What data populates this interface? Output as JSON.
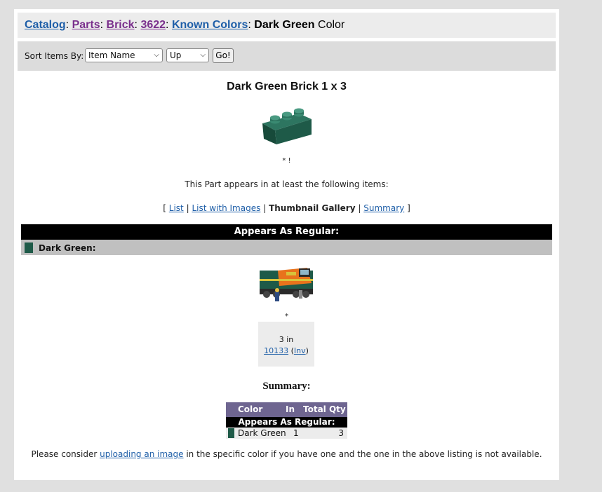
{
  "breadcrumb": {
    "catalog": "Catalog",
    "parts": "Parts",
    "brick": "Brick",
    "part_no": "3622",
    "known_colors": "Known Colors",
    "current_color": "Dark Green",
    "suffix": "Color",
    "sep": ":"
  },
  "sort": {
    "label": "Sort Items By:",
    "field_selected": "Item Name",
    "order_selected": "Up",
    "go_label": "Go!"
  },
  "part": {
    "title": "Dark Green Brick 1 x 3",
    "note": "* !",
    "appears_text": "This Part appears in at least the following items:"
  },
  "view_links": {
    "open": "[",
    "list": "List",
    "list_images": "List with Images",
    "thumbnail": "Thumbnail Gallery",
    "summary": "Summary",
    "close": "]",
    "sep": "|"
  },
  "regular": {
    "heading": "Appears As Regular:",
    "color_label": "Dark Green:",
    "set_star": "*",
    "count_text": "3 in",
    "set_id": "10133",
    "inv_label": "Inv"
  },
  "summary": {
    "title": "Summary:",
    "col_color": "Color",
    "col_in": "In",
    "col_total": "Total Qty",
    "sub_heading": "Appears As Regular:",
    "row": {
      "color": "Dark Green",
      "in": "1",
      "total": "3"
    }
  },
  "footer": {
    "before": "Please consider ",
    "link": "uploading an image",
    "after": " in the specific color if you have one and the one in the above listing is not available."
  },
  "colors": {
    "dark_green": "#1e5a48",
    "link_blue": "#1f5fa8",
    "link_purple": "#7a2f8c",
    "summary_header": "#6e6590"
  }
}
